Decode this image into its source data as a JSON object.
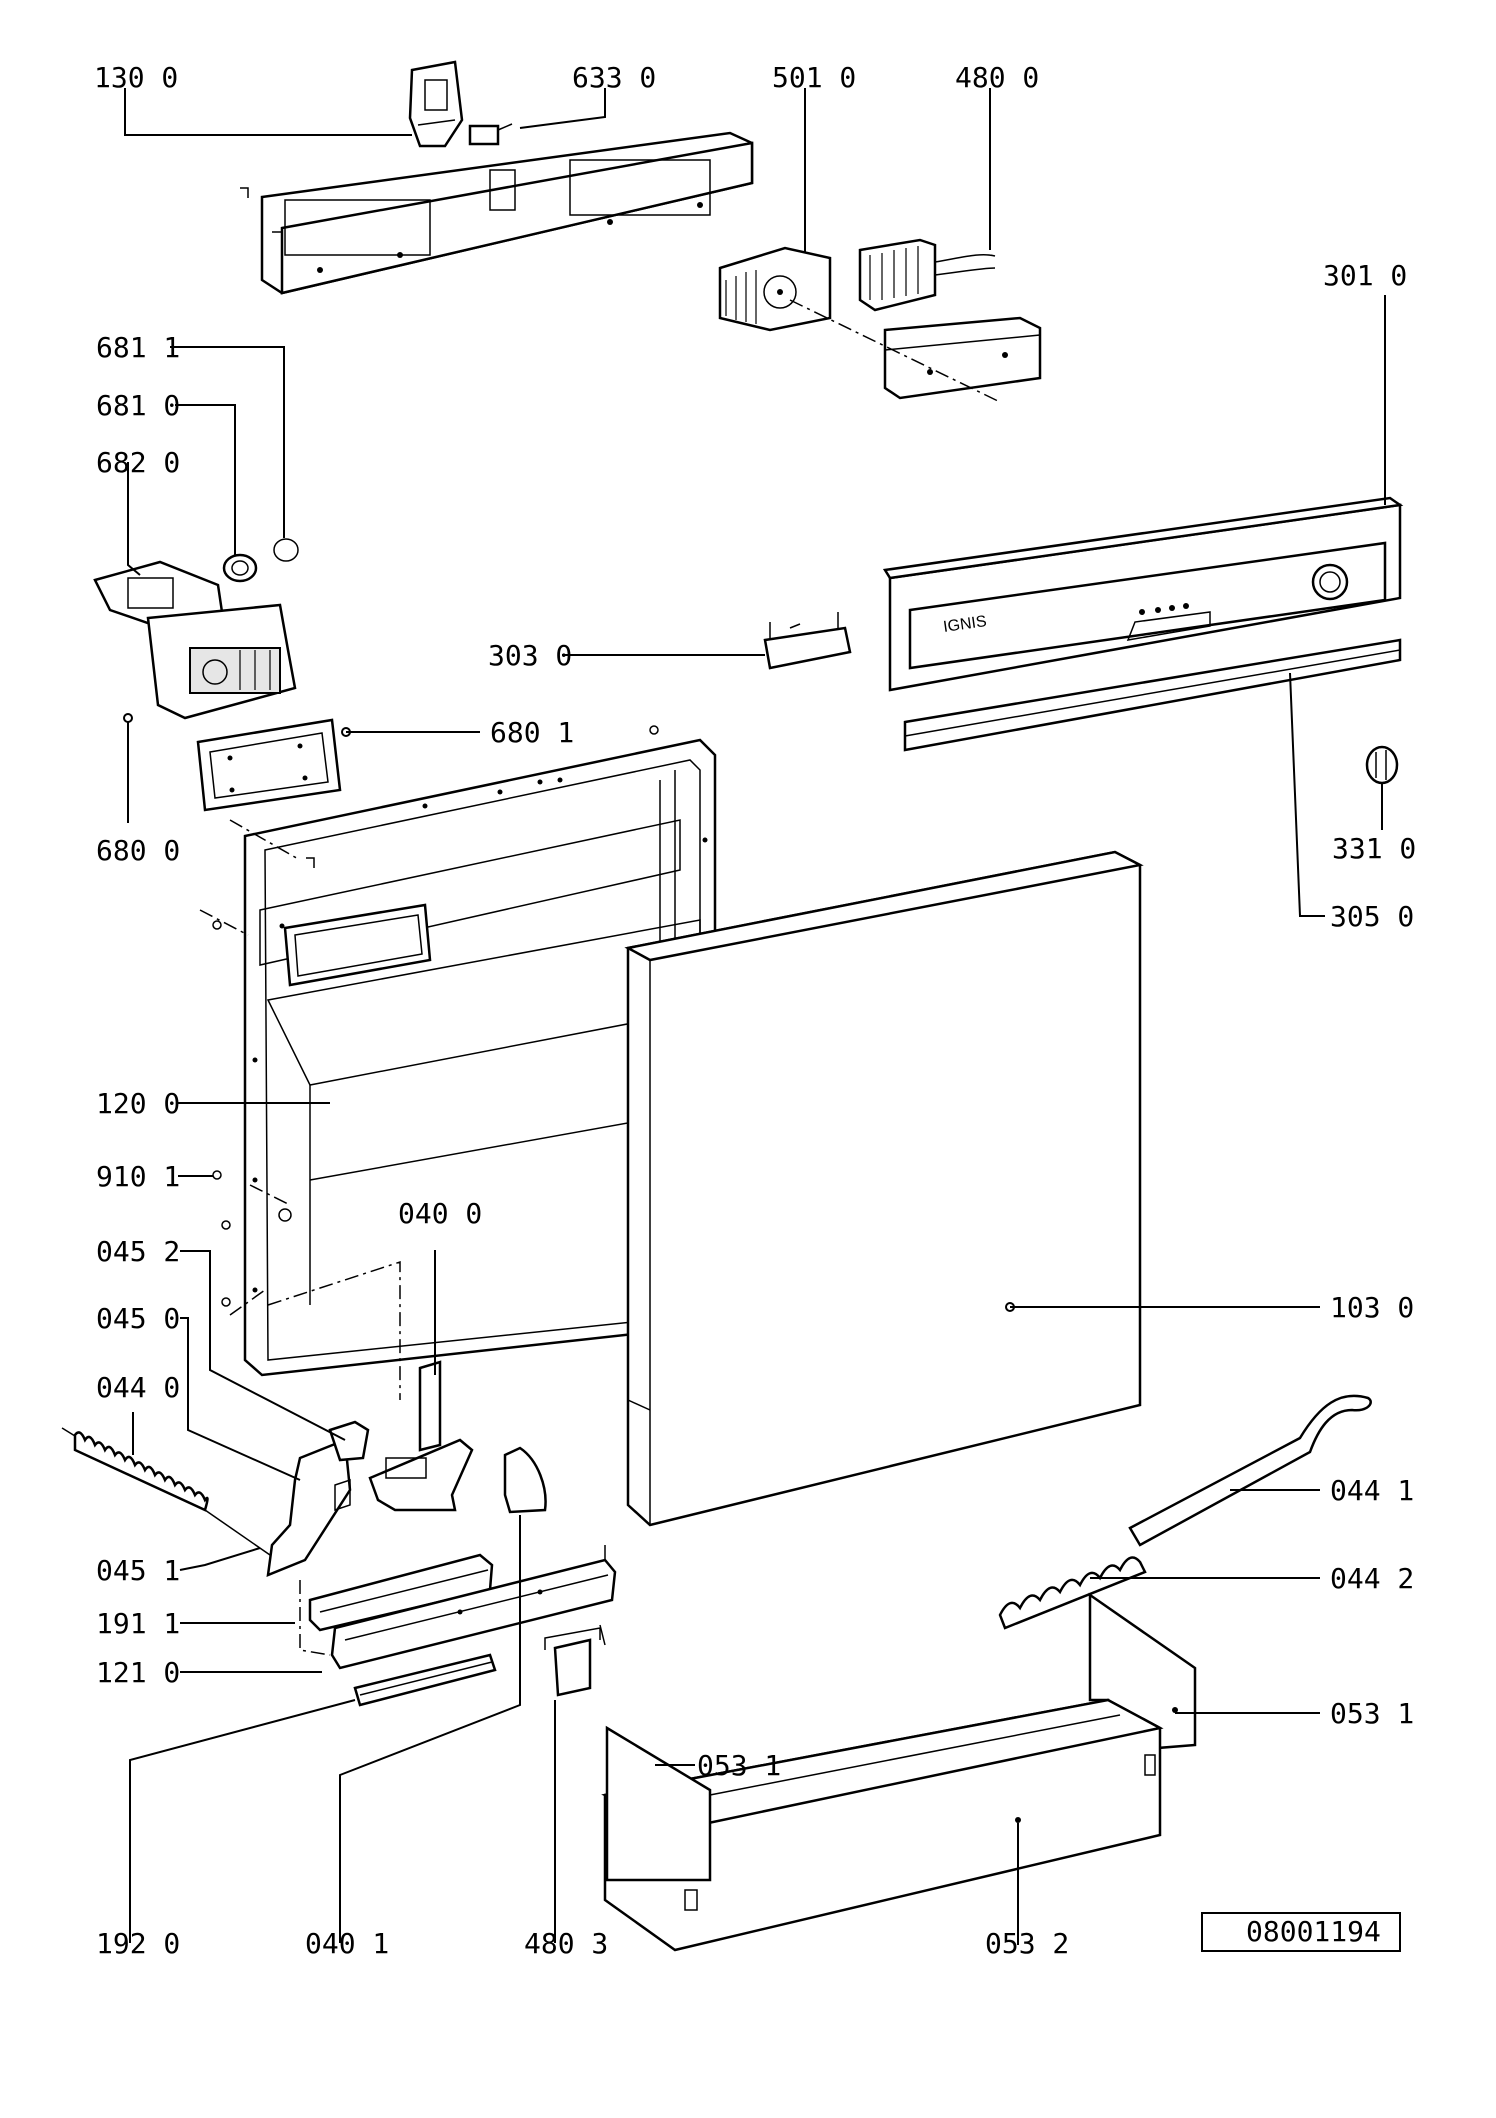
{
  "drawing_code": "08001194",
  "brand_text": "IGNIS",
  "labels": {
    "l1300": "130 0",
    "l6330": "633 0",
    "l5010": "501 0",
    "l4800": "480 0",
    "l3010": "301 0",
    "l6811": "681 1",
    "l6810": "681 0",
    "l6820": "682 0",
    "l3030": "303 0",
    "l6801": "680 1",
    "l6800": "680 0",
    "l3310": "331 0",
    "l3050": "305 0",
    "l1200": "120 0",
    "l9101": "910 1",
    "l0400": "040 0",
    "l0452": "045 2",
    "l0450": "045 0",
    "l0440": "044 0",
    "l1030": "103 0",
    "l0441": "044 1",
    "l0451": "045 1",
    "l0442": "044 2",
    "l1911": "191 1",
    "l1210": "121 0",
    "l0531a": "053 1",
    "l0531b": "053 1",
    "l1920": "192 0",
    "l0401": "040 1",
    "l4803": "480 3",
    "l0532": "053 2"
  }
}
